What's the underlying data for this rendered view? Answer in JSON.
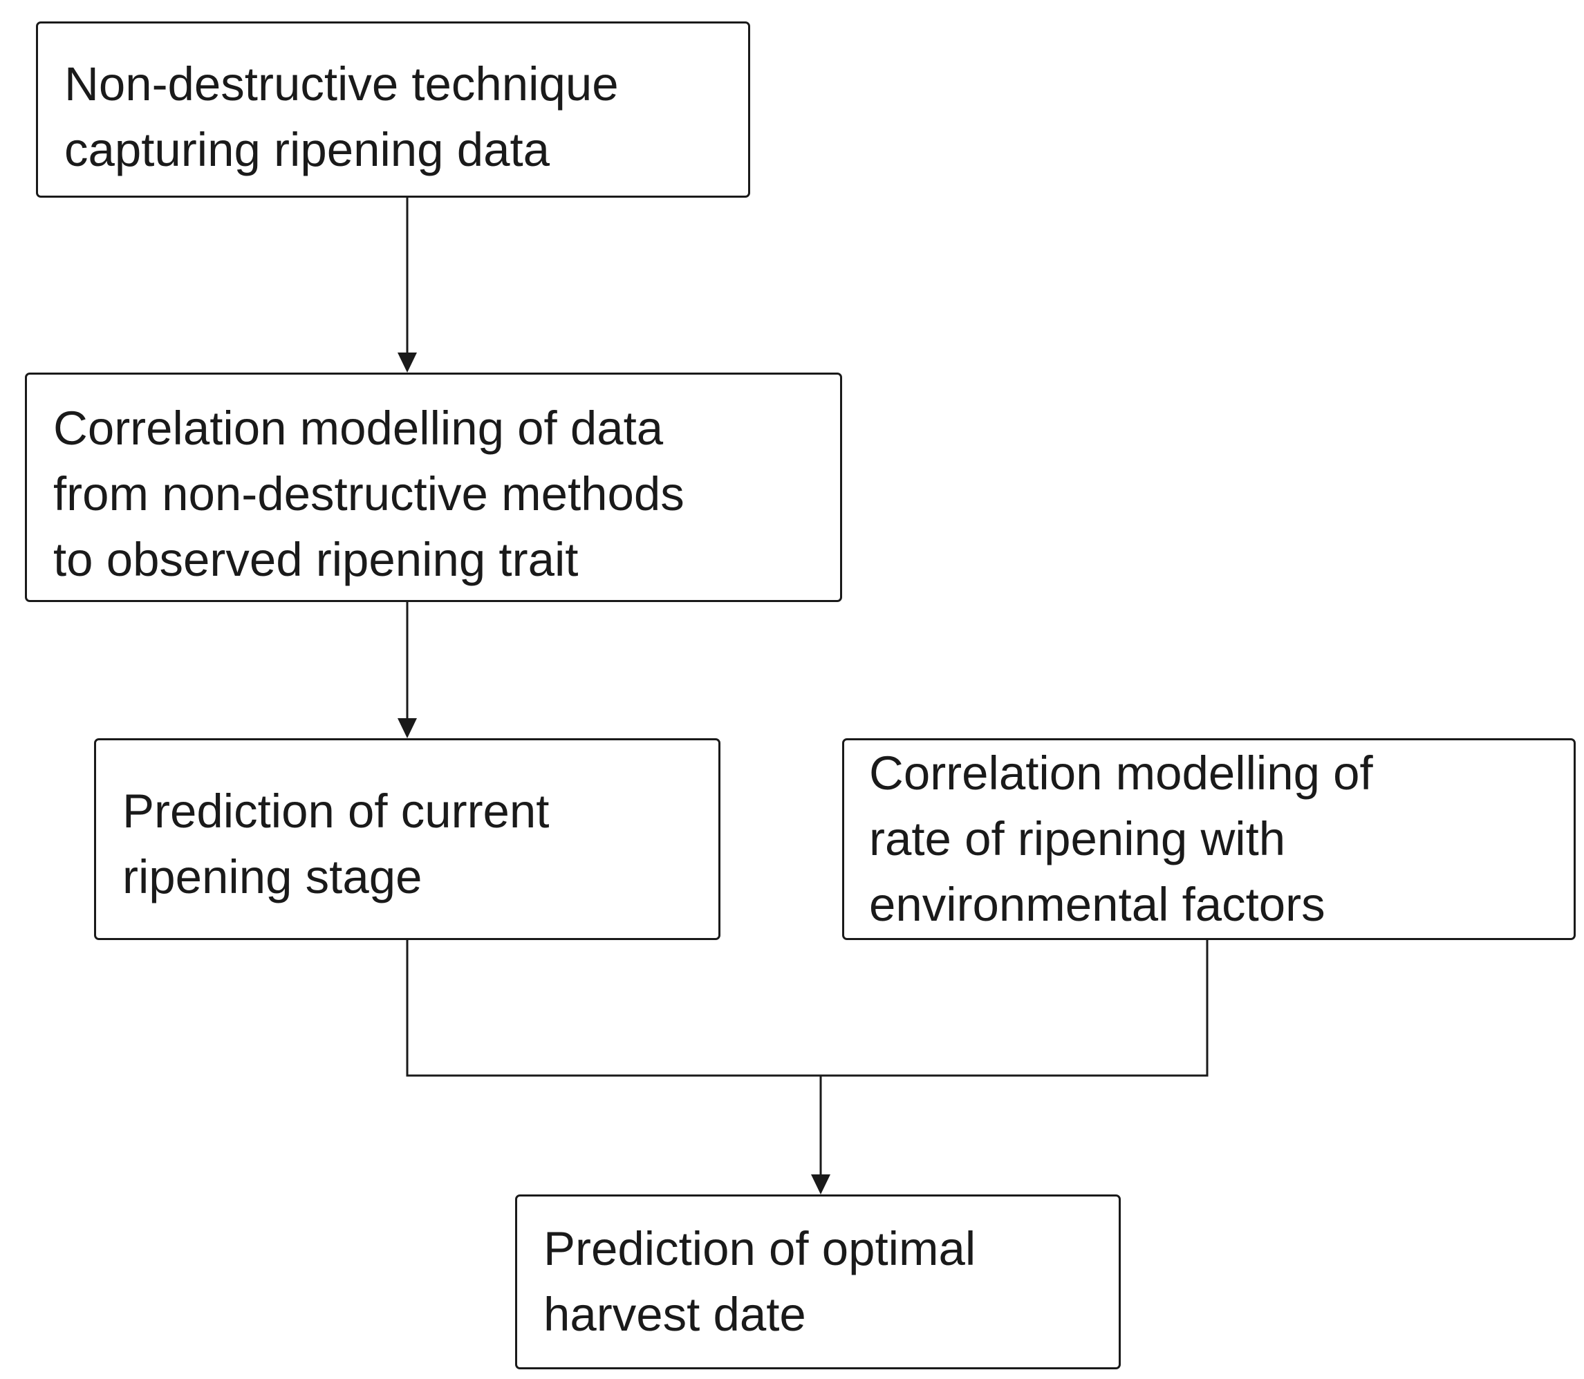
{
  "nodes": {
    "capture": "Non-destructive technique\ncapturing ripening data",
    "correlation_data": "Correlation modelling of data\nfrom non-destructive methods\nto observed ripening trait",
    "current_stage": "Prediction of current\nripening stage",
    "rate_environment": "Correlation modelling of\nrate of ripening with\nenvironmental factors",
    "harvest_date": "Prediction of optimal\nharvest date"
  },
  "edges": [
    {
      "from": "capture",
      "to": "correlation_data"
    },
    {
      "from": "correlation_data",
      "to": "current_stage"
    },
    {
      "from": "current_stage",
      "to": "harvest_date"
    },
    {
      "from": "rate_environment",
      "to": "harvest_date"
    }
  ],
  "colors": {
    "line": "#1a1a1a",
    "text": "#1a1a1a",
    "background": "#ffffff"
  }
}
